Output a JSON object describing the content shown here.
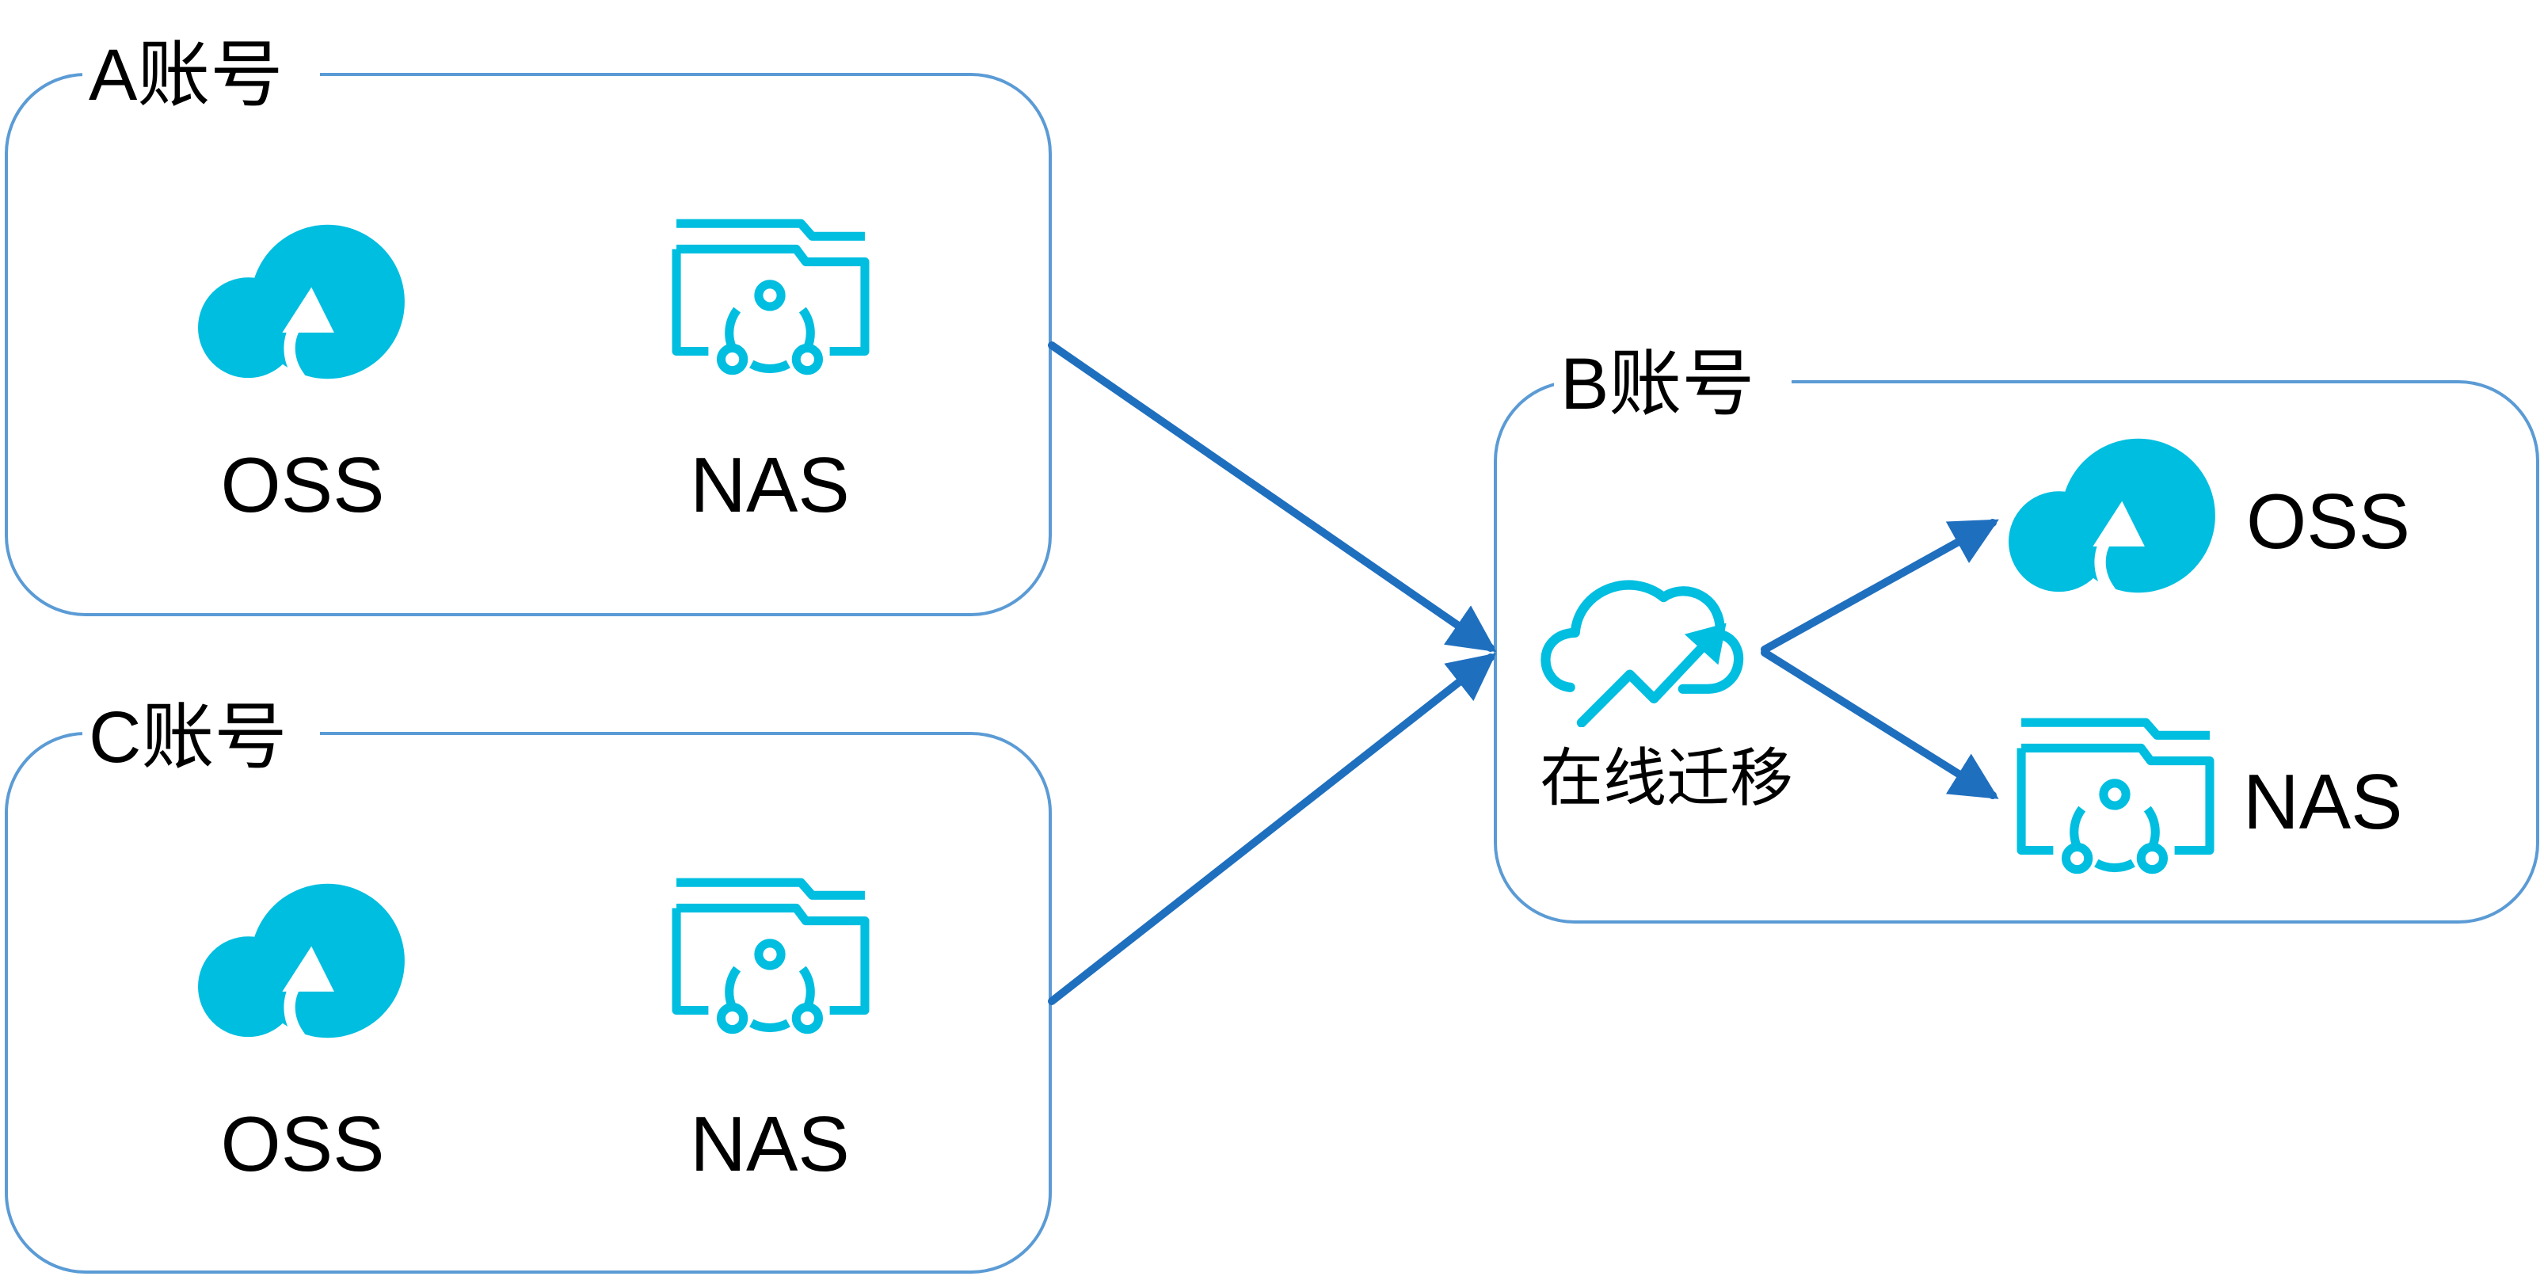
{
  "colors": {
    "icon": "#00bee0",
    "border": "#5b9bd5",
    "arrow": "#1f6fbf",
    "text": "#000000",
    "background": "#ffffff"
  },
  "icons": {
    "oss": "oss-cloud-upload-icon",
    "nas": "nas-folder-share-icon",
    "migration": "cloud-migration-icon"
  },
  "groups": {
    "a": {
      "title": "A账号",
      "oss_label": "OSS",
      "nas_label": "NAS"
    },
    "c": {
      "title": "C账号",
      "oss_label": "OSS",
      "nas_label": "NAS"
    },
    "b": {
      "title": "B账号",
      "migration_label": "在线迁移",
      "oss_label": "OSS",
      "nas_label": "NAS"
    }
  },
  "edges": [
    {
      "from": "A账号",
      "to": "在线迁移"
    },
    {
      "from": "C账号",
      "to": "在线迁移"
    },
    {
      "from": "在线迁移",
      "to": "OSS"
    },
    {
      "from": "在线迁移",
      "to": "NAS"
    }
  ]
}
